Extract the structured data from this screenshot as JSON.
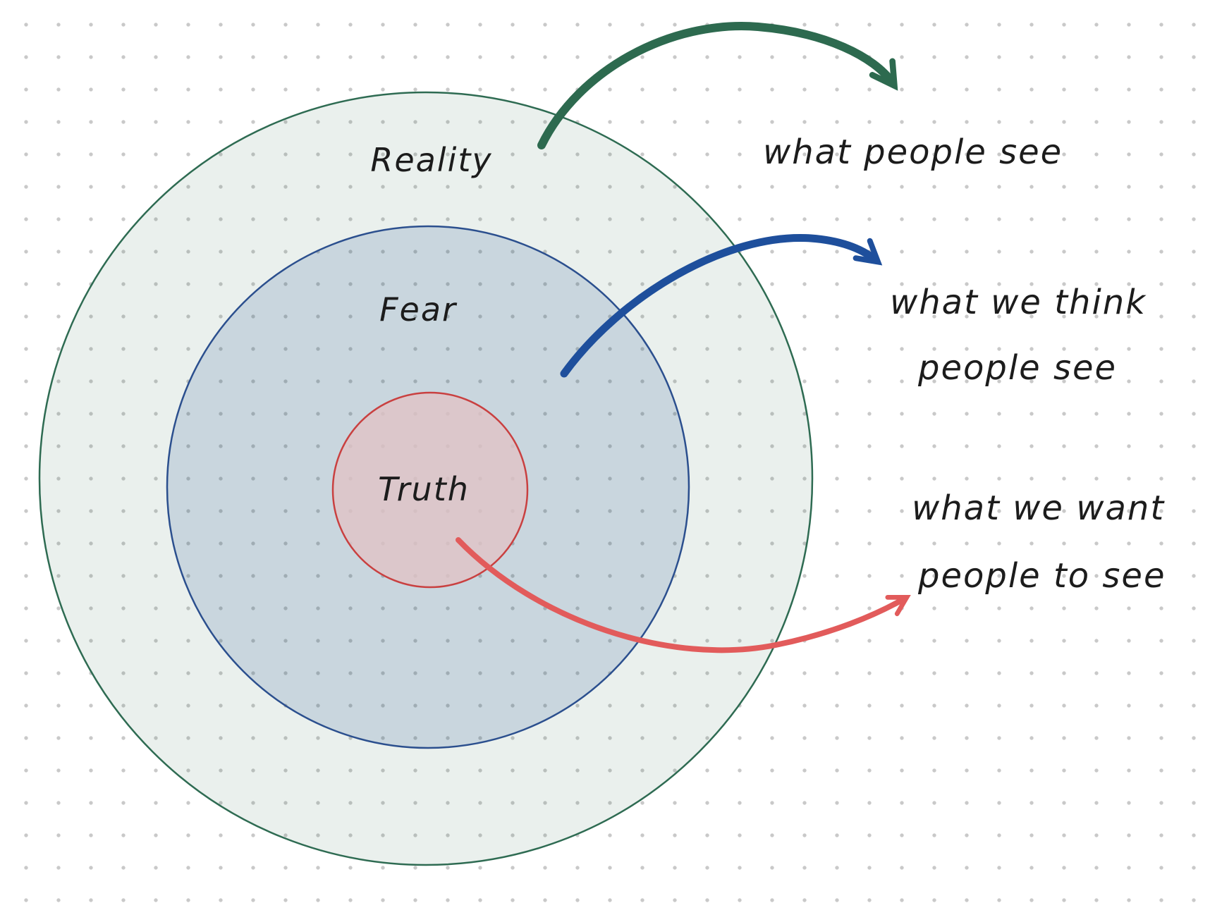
{
  "title": "Truth, Fear, Reality concentric circles sketch",
  "colors": {
    "green_stroke": "#2e6b52",
    "green_fill": "rgba(45,106,79,0.10)",
    "blue_stroke": "#2b4f8e",
    "blue_fill": "rgba(30,80,140,0.16)",
    "red_stroke": "#c94040",
    "red_fill": "rgba(225,195,197,0.80)",
    "green_arrow": "#2d6a4f",
    "blue_arrow": "#1e4f9c",
    "red_arrow": "#e25b5b",
    "text": "#1c1c1c"
  },
  "circles": {
    "outer": {
      "label": "Reality"
    },
    "middle": {
      "label": "Fear"
    },
    "inner": {
      "label": "Truth"
    }
  },
  "annotations": {
    "see": {
      "line1": "what people see"
    },
    "think": {
      "line1": "what we think",
      "line2": "people see"
    },
    "want": {
      "line1": "what we want",
      "line2": "people to see"
    }
  }
}
